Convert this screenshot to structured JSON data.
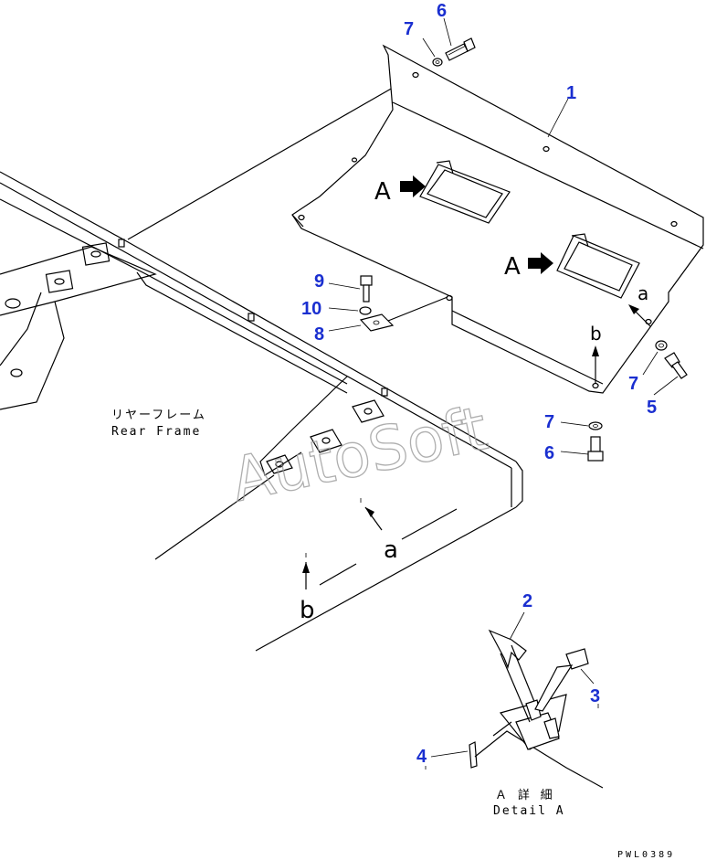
{
  "part_numbers": [
    {
      "id": "p7a",
      "label": "7"
    },
    {
      "id": "p6a",
      "label": "6"
    },
    {
      "id": "p1",
      "label": "1"
    },
    {
      "id": "p9",
      "label": "9"
    },
    {
      "id": "p10",
      "label": "10"
    },
    {
      "id": "p8",
      "label": "8"
    },
    {
      "id": "p7b",
      "label": "7"
    },
    {
      "id": "p5",
      "label": "5"
    },
    {
      "id": "p7c",
      "label": "7"
    },
    {
      "id": "p6b",
      "label": "6"
    },
    {
      "id": "p2",
      "label": "2"
    },
    {
      "id": "p3",
      "label": "3"
    },
    {
      "id": "p4",
      "label": "4"
    }
  ],
  "detail_refs": {
    "a1": "A",
    "a2": "A",
    "small_a": "a",
    "small_b": "b",
    "frame_a": "a",
    "frame_b": "b"
  },
  "rear_frame": {
    "jp": "リヤーフレーム",
    "en": "Rear Frame"
  },
  "detail_a": {
    "jp": "Ａ 詳 細",
    "en": "Detail A"
  },
  "watermark": "AutoSoft",
  "drawing_code": "PWL0389",
  "colors": {
    "part_number": "#1a2fd0",
    "line": "#000000",
    "watermark": "#9a9a9a"
  }
}
